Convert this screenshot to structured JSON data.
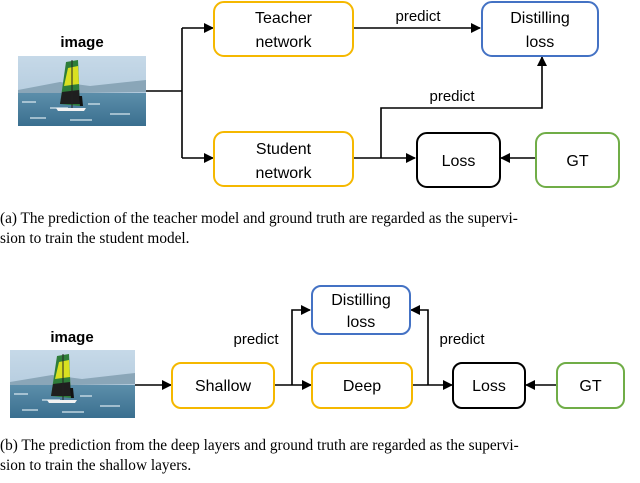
{
  "colors": {
    "orange": "#F5B800",
    "blue": "#4472C4",
    "black": "#000000",
    "green": "#70AD47"
  },
  "panel_a": {
    "image_label": "image",
    "teacher": [
      "Teacher",
      "network"
    ],
    "student": [
      "Student",
      "network"
    ],
    "distilling": [
      "Distilling",
      "loss"
    ],
    "loss": "Loss",
    "gt": "GT",
    "predict_top": "predict",
    "predict_mid": "predict",
    "caption_line1": "(a)  The prediction of the teacher model and ground truth are regarded as the supervi-",
    "caption_line2": "sion to train the student model."
  },
  "panel_b": {
    "image_label": "image",
    "shallow": "Shallow",
    "deep": "Deep",
    "distilling": [
      "Distilling",
      "loss"
    ],
    "loss": "Loss",
    "gt": "GT",
    "predict_left": "predict",
    "predict_right": "predict",
    "caption_line1": "(b)  The prediction from the deep layers and ground truth are regarded as the supervi-",
    "caption_line2": "sion to train the shallow layers."
  }
}
